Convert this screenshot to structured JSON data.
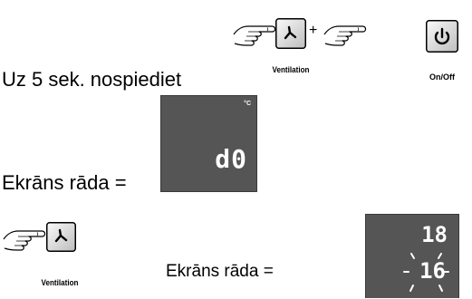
{
  "step1": {
    "instruction": "Uz 5 sek. nospiediet",
    "ventilation_caption": "Ventilation",
    "plus": "+",
    "onoff_caption": "On/Off",
    "ventilation_icon": "fan-icon",
    "power_icon": "power-icon"
  },
  "step2": {
    "label": "Ekrāns rāda =",
    "unit": "°C",
    "display_value": "d0"
  },
  "step3": {
    "ventilation_caption": "Ventilation",
    "label": "Ekrāns rāda =",
    "display_top": "18",
    "display_bottom": "16"
  },
  "colors": {
    "lcd_background": "#555555",
    "lcd_digit": "#ffffff",
    "button_face": "#e6e6e6"
  }
}
